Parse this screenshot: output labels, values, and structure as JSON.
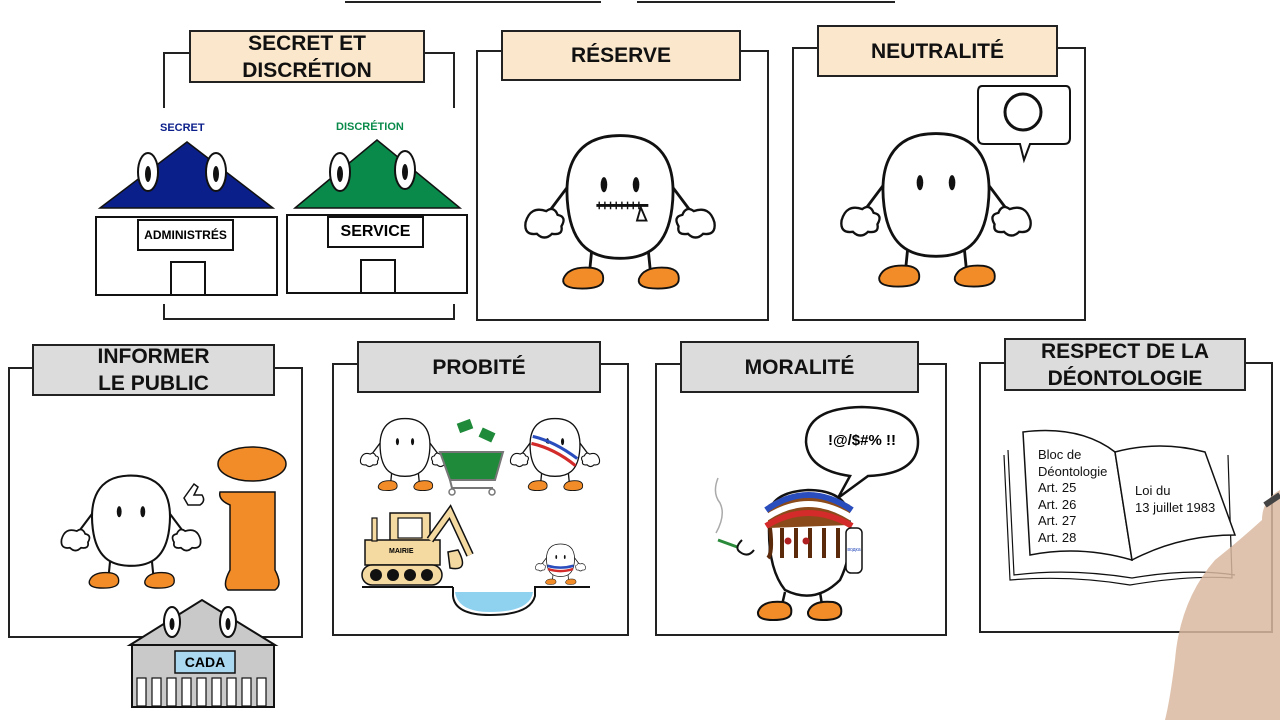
{
  "panels": {
    "secret": {
      "title": "SECRET ET DISCRÉTION",
      "left_house": {
        "roof_label": "SECRET",
        "sign": "ADMINISTRÉS",
        "color": "#0b1f8a"
      },
      "right_house": {
        "roof_label": "DISCRÉTION",
        "sign": "SERVICE",
        "color": "#0a8a4a"
      }
    },
    "reserve": {
      "title": "RÉSERVE"
    },
    "neutralite": {
      "title": "NEUTRALITÉ"
    },
    "informer": {
      "title": "INFORMER LE PUBLIC",
      "building_sign": "CADA"
    },
    "probite": {
      "title": "PROBITÉ",
      "excavator_label": "MAIRIE"
    },
    "moralite": {
      "title": "MORALITÉ",
      "speech": "!@/$#% !!",
      "bottle_label": "водка"
    },
    "deontologie": {
      "title": "RESPECT DE LA DÉONTOLOGIE",
      "book_left": [
        "Bloc de",
        "Déontologie",
        "Art. 25",
        "Art. 26",
        "Art. 27",
        "Art. 28"
      ],
      "book_right": [
        "Loi du",
        "13 juillet 1983"
      ]
    }
  },
  "colors": {
    "title_cream": "#fbe8cc",
    "title_grey": "#dcdcdc",
    "shoe": "#f28c28",
    "info_orange": "#f28c28"
  }
}
